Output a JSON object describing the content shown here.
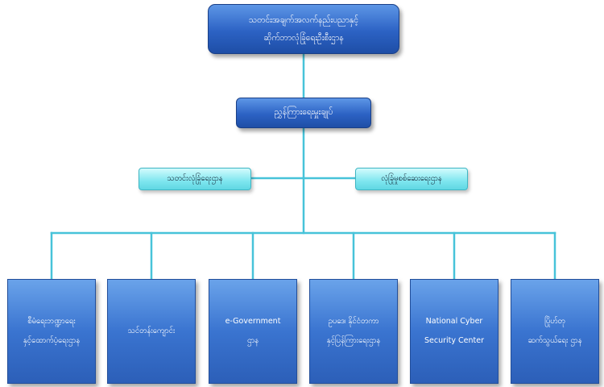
{
  "nodes": {
    "top": [
      "သတင်းအချက်အလက်နည်းပညာနှင့်",
      "ဆိုက်ဘာလုံခြုံရေးဦးစီးဌာန"
    ],
    "mid": [
      "ညွှန်ကြားရေးမှူးချုပ်"
    ],
    "left_sub": [
      "သတင်းလုံခြုံရေးဌာန"
    ],
    "right_sub": [
      "လုံခြုံမှုစစ်ဆေးရေးဌာန"
    ],
    "bottom": [
      [
        "စီမံရေးဘဏ္ဍာရေး",
        "နှင့်ထောက်ပံ့ရေးဌာန"
      ],
      [
        "သင်တန်းကျောင်း"
      ],
      [
        "e-Government",
        "ဌာန"
      ],
      [
        "ဥပဒေ၊ နိုင်ငံတကာ",
        "နှင့်ပြန်ကြားရေးဌာန"
      ],
      [
        "National Cyber",
        "Security Center"
      ],
      [
        "ပြိုဟ်တု",
        "ဆက်သွယ်ရေး ဌာန"
      ]
    ]
  },
  "colors": {
    "connector": "#47c3d9",
    "dark_box": "#2c62c4",
    "light_box": "#7fe6ef",
    "card_box": "#3a74d0"
  }
}
